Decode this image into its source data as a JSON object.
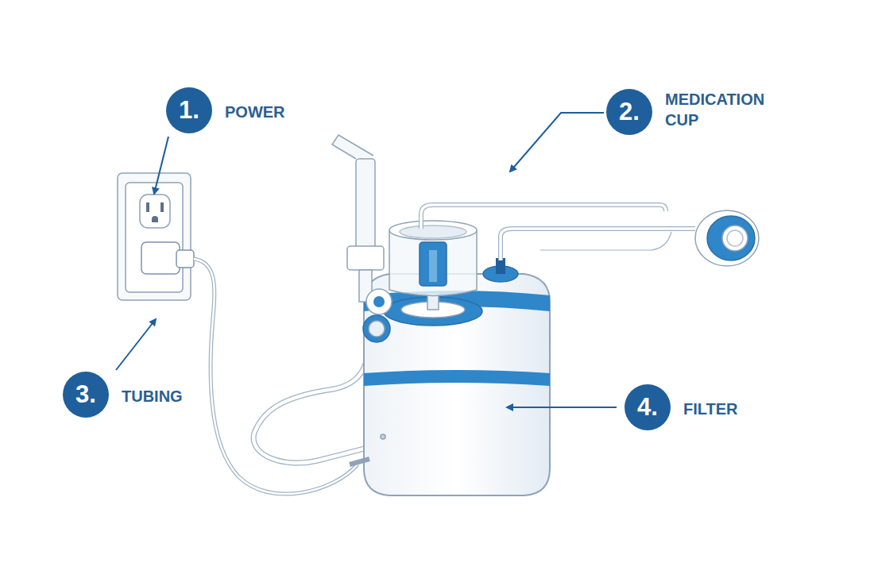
{
  "diagram": {
    "nodes": [
      {
        "text": [
          "1.",
          "POWER"
        ]
      },
      {
        "text": [
          "2.",
          "MEDICATION CUP"
        ]
      },
      {
        "text": [
          "3.",
          "TUBING"
        ]
      },
      {
        "text": [
          "4.",
          "FILTER"
        ]
      }
    ]
  }
}
